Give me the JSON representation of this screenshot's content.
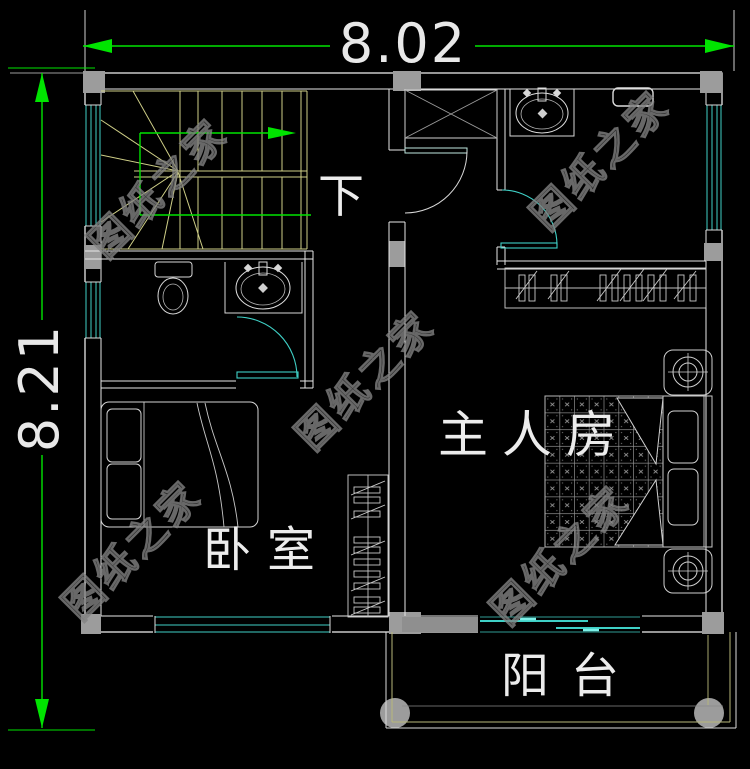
{
  "dimensions": {
    "width_label": "8.02",
    "height_label": "8.21"
  },
  "rooms": {
    "stairs_direction_label": "下",
    "master_bedroom_label": "主人房",
    "bedroom_label": "卧室",
    "balcony_label": "阳台"
  },
  "watermark": {
    "text": "图纸之家"
  },
  "fixtures": {
    "stairs": "u-shaped-stair-with-winders",
    "shaft": "crossed-duct-shaft",
    "toilet": "toilet",
    "sinks": "wash-basins",
    "wardrobes": "hanger-closets",
    "beds": "double-beds",
    "balcony_columns": "round-columns"
  },
  "colors": {
    "background": "#000000",
    "wall": "#e8e8e8",
    "window_door": "#3fd0c6",
    "dimension_accent": "#00e400",
    "stair": "#cfcf87",
    "column_fill": "#9c9c9c",
    "watermark": "#6e6e6e"
  }
}
